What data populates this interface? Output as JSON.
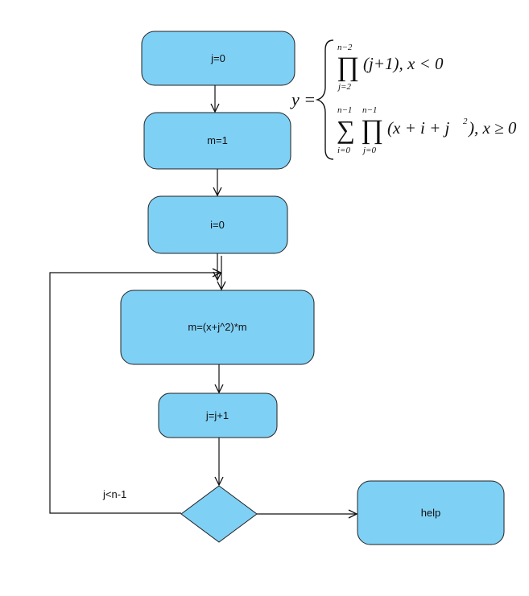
{
  "colors": {
    "node_fill": "#7fd0f5",
    "node_stroke": "#222222",
    "edge": "#111111",
    "background": "#ffffff"
  },
  "nodes": {
    "j0": {
      "label": "j=0"
    },
    "m1": {
      "label": "m=1"
    },
    "i0": {
      "label": "i=0"
    },
    "mcalc": {
      "label": "m=(x+j^2)*m"
    },
    "jinc": {
      "label": "j=j+1"
    },
    "decision": {
      "label": ""
    },
    "help": {
      "label": "help"
    }
  },
  "edges": {
    "loop_condition": {
      "label": "j<n-1"
    }
  },
  "formula": {
    "lhs": "y =",
    "case1": {
      "operator": "∏",
      "upper": "n−2",
      "lower": "j=2",
      "body": "(j+1), x < 0"
    },
    "case2": {
      "operator1": "∑",
      "upper1": "n−1",
      "lower1": "i=0",
      "operator2": "∏",
      "upper2": "n−1",
      "lower2": "j=0",
      "body": "(x + i + j",
      "power": "2",
      "tail": "), x ≥ 0"
    }
  }
}
